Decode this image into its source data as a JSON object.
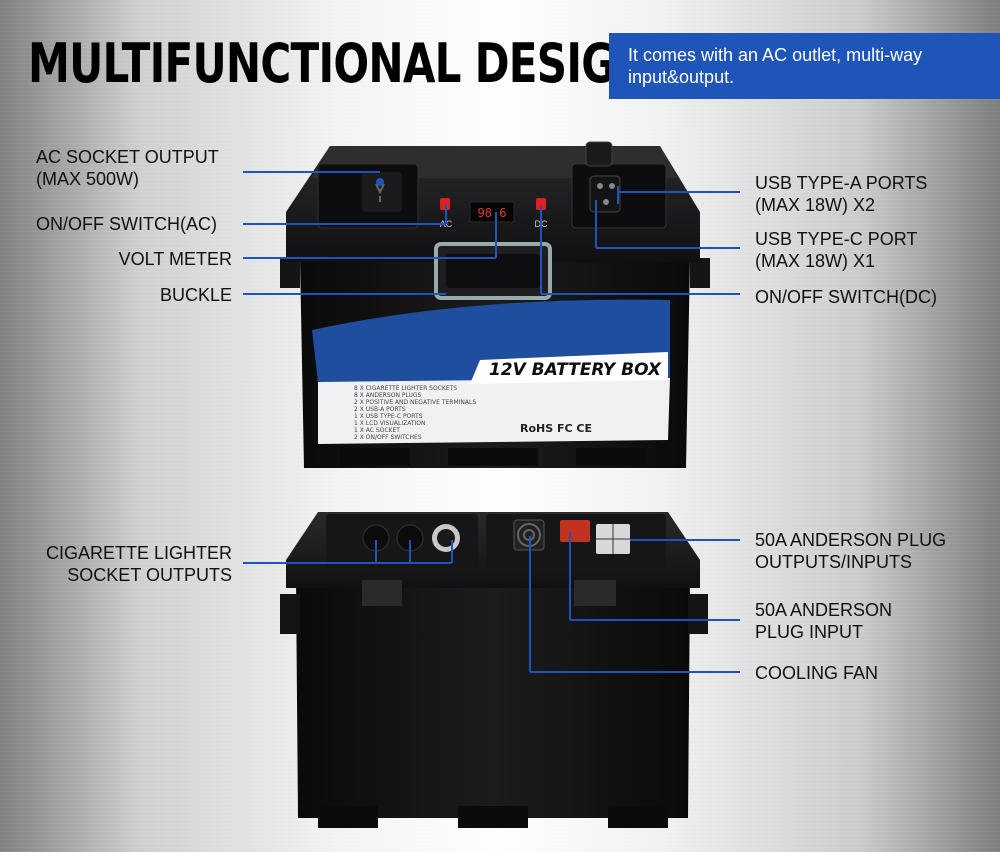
{
  "headline": "MULTIFUNCTIONAL DESIGN",
  "banner": {
    "line1": "It comes with an AC outlet, multi-way",
    "line2": "input&output."
  },
  "colors": {
    "accent_blue": "#1f55b8",
    "box_black": "#111111",
    "label_blue": "#2c5aa8"
  },
  "callouts_top": {
    "ac_socket": [
      "AC SOCKET OUTPUT",
      "(MAX 500W)"
    ],
    "ac_switch": "ON/OFF SWITCH(AC)",
    "volt_meter": "VOLT METER",
    "buckle": "BUCKLE",
    "usb_a": [
      "USB TYPE-A PORTS",
      "(MAX 18W) X2"
    ],
    "usb_c": [
      "USB TYPE-C PORT",
      "(MAX 18W) X1"
    ],
    "dc_switch": "ON/OFF SWITCH(DC)"
  },
  "callouts_bottom": {
    "cig": [
      "CIGARETTE LIGHTER",
      "SOCKET OUTPUTS"
    ],
    "anderson_outputs": [
      "50A ANDERSON PLUG",
      "OUTPUTS/INPUTS"
    ],
    "anderson_input": [
      "50A ANDERSON",
      "PLUG INPUT"
    ],
    "fan": "COOLING FAN"
  },
  "product": {
    "title": "12V BATTERY BOX",
    "specs": [
      "8 X CIGARETTE LIGHTER SOCKETS",
      "8 X ANDERSON PLUGS",
      "2 X POSITIVE AND NEGATIVE TERMINALS",
      "2 X USB-A PORTS",
      "1 X USB TYPE-C PORTS",
      "1 X LCD VISUALIZATION",
      "1 X AC SOCKET",
      "2 X ON/OFF SWITCHES"
    ],
    "certs": "RoHS FC CE",
    "volt_display": "98.6",
    "switch_ac": "AC",
    "switch_dc": "DC"
  }
}
